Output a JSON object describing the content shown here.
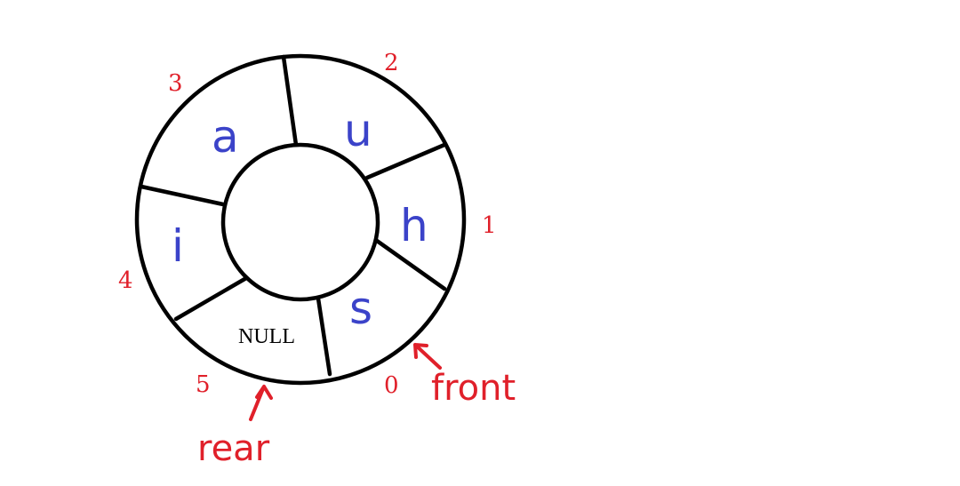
{
  "queue": {
    "slots": [
      {
        "index": "0",
        "value": "s"
      },
      {
        "index": "1",
        "value": "h"
      },
      {
        "index": "2",
        "value": "u"
      },
      {
        "index": "3",
        "value": "a"
      },
      {
        "index": "4",
        "value": "i"
      },
      {
        "index": "5",
        "value": "NULL"
      }
    ],
    "front_label": "front",
    "rear_label": "rear"
  },
  "colors": {
    "index_labels": "#e0202a",
    "slot_values": "#3b43c9",
    "pointers": "#e0202a",
    "outline": "#000000"
  }
}
